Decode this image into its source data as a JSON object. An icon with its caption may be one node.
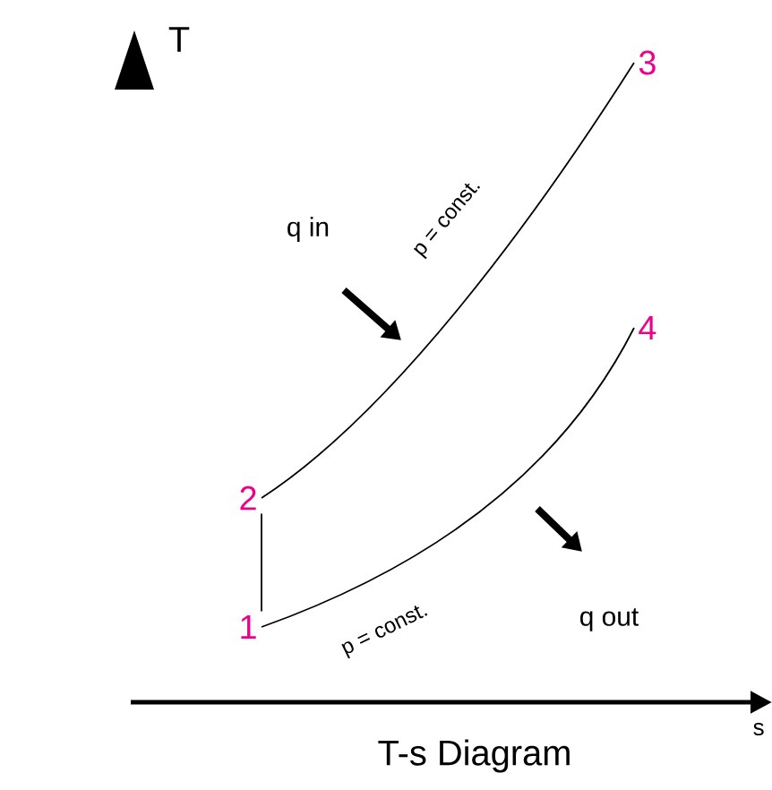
{
  "diagram": {
    "caption": "T-s Diagram",
    "nodes": [
      {
        "text": [
          "1"
        ]
      },
      {
        "text": [
          "2"
        ]
      },
      {
        "text": [
          "3"
        ]
      },
      {
        "text": [
          "4"
        ]
      }
    ],
    "edges": [
      {
        "from": 0,
        "to": 1,
        "arrow": "none"
      },
      {
        "from": 1,
        "to": 2,
        "arrow": "none",
        "label": "p = const."
      },
      {
        "from": 3,
        "to": 0,
        "arrow": "none",
        "label": "p = const."
      }
    ],
    "labels": [
      "T",
      "q in",
      "q out",
      "s"
    ]
  }
}
